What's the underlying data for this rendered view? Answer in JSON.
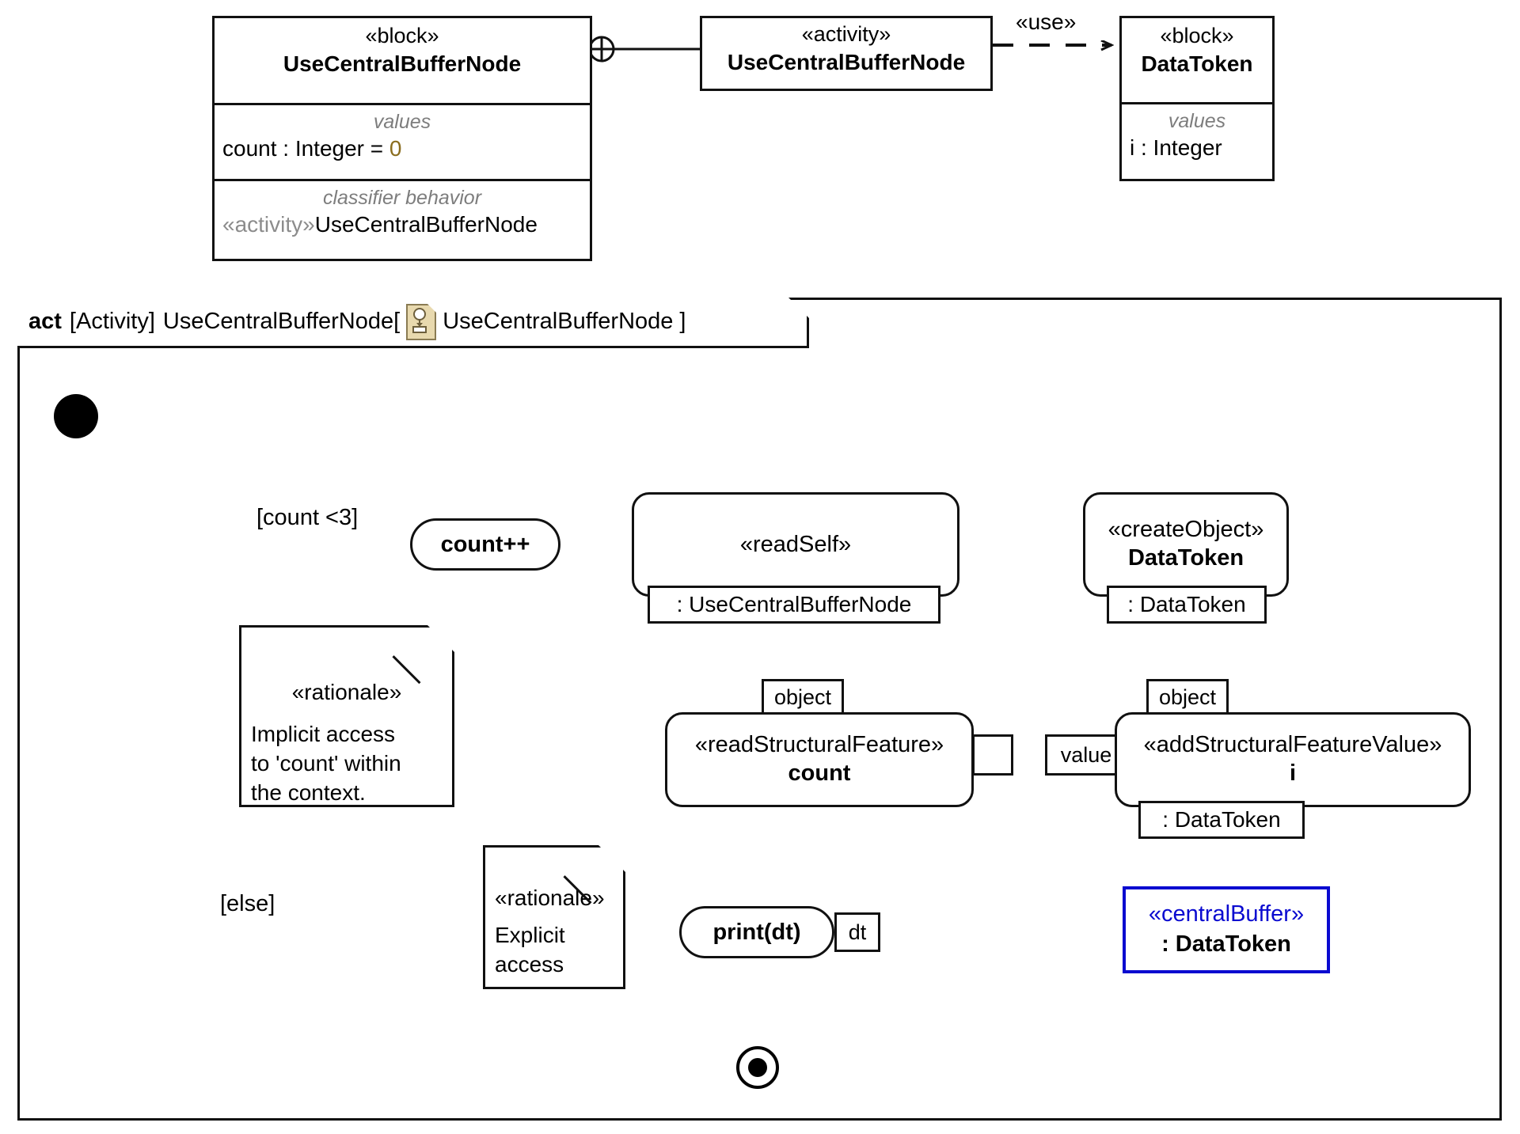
{
  "bdd": {
    "blocks": [
      {
        "id": "block-usecentralbuffernode",
        "stereotype": "«block»",
        "name": "UseCentralBufferNode",
        "compartments": [
          {
            "title": "values",
            "lines": [
              {
                "pre": "count : Integer = ",
                "val": "0"
              }
            ]
          },
          {
            "title": "classifier behavior",
            "lines": [
              {
                "stereo": "«activity»",
                "text": "UseCentralBufferNode"
              }
            ]
          }
        ]
      },
      {
        "id": "activity-usecentralbuffernode",
        "stereotype": "«activity»",
        "name": "UseCentralBufferNode"
      },
      {
        "id": "block-datatoken",
        "stereotype": "«block»",
        "name": "DataToken",
        "compartments": [
          {
            "title": "values",
            "lines": [
              {
                "text": "i : Integer"
              }
            ]
          }
        ]
      }
    ],
    "use_dependency_label": "«use»"
  },
  "frame": {
    "kind": "act",
    "type_label": "[Activity]",
    "name": "UseCentralBufferNode",
    "bracket_open": "[",
    "context_icon": "activity-note-icon",
    "context": "UseCentralBufferNode",
    "bracket_close": "]"
  },
  "activity": {
    "initial_node": "initial-node",
    "final_node": "activity-final-node",
    "merge_node": "merge-node",
    "decision_node": "decision-node",
    "guards": {
      "count_lt_3": "[count <3]",
      "else": "[else]"
    },
    "actions": [
      {
        "id": "count-increment",
        "label": "count++"
      },
      {
        "id": "read-self",
        "stereotype": "«readSelf»",
        "name": "",
        "result_type": ": UseCentralBufferNode"
      },
      {
        "id": "create-object",
        "stereotype": "«createObject»",
        "name": "DataToken",
        "result_type": ": DataToken"
      },
      {
        "id": "read-structural-feature",
        "stereotype": "«readStructuralFeature»",
        "name": "count",
        "input_pin": "object"
      },
      {
        "id": "add-structural-feature-value",
        "stereotype": "«addStructuralFeatureValue»",
        "name": "i",
        "input_pin": "object",
        "result_type": ": DataToken"
      },
      {
        "id": "print-dt",
        "label": "print(dt)",
        "input_pin": "dt"
      }
    ],
    "pins": {
      "object_1": "object",
      "object_2": "object",
      "value": "value",
      "dt": "dt"
    },
    "central_buffer": {
      "stereotype": "«centralBuffer»",
      "name": ": DataToken",
      "color": "#0a0ad0"
    },
    "notes": [
      {
        "id": "rationale-implicit",
        "stereotype": "«rationale»",
        "body": "Implicit access\nto 'count' within\nthe context."
      },
      {
        "id": "rationale-explicit",
        "stereotype": "«rationale»",
        "body": "Explicit\naccess"
      }
    ]
  }
}
